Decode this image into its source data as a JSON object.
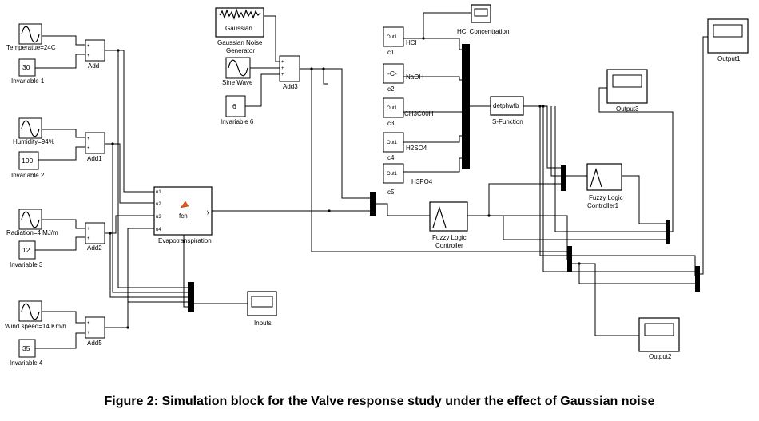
{
  "caption": "Figure 2: Simulation block for the Valve response study under the effect of Gaussian noise",
  "sources": {
    "temperature": "Temperatue=24C",
    "humidity": "Humidity=94%",
    "radiation": "Radiation=4 MJ/m",
    "wind_speed": "Wind speed=14 Km/h",
    "sine_wave": "Sine Wave"
  },
  "constants": {
    "inv1_value": "30",
    "inv1_label": "Invariable 1",
    "inv2_value": "100",
    "inv2_label": "Invariable 2",
    "inv3_value": "12",
    "inv3_label": "Invariable 3",
    "inv4_value": "35",
    "inv4_label": "Invariable 4",
    "inv6_value": "6",
    "inv6_label": "Invariable 6"
  },
  "adders": {
    "add": "Add",
    "add1": "Add1",
    "add2": "Add2",
    "add5": "Add5",
    "add3": "Add3"
  },
  "gaussian": {
    "block_text": "Gaussian",
    "label_line1": "Gaussian Noise",
    "label_line2": "Generator"
  },
  "evapo": {
    "ports": [
      "u1",
      "u2",
      "u3",
      "u4"
    ],
    "center": "fcn",
    "output_port": "y",
    "label": "Evapotranspiration"
  },
  "chem_constants": [
    {
      "text": "Out1",
      "label": "c1",
      "signal": "HCl"
    },
    {
      "text": "-C-",
      "label": "c2",
      "signal": "NaOH"
    },
    {
      "text": "Out1",
      "label": "c3",
      "signal": "CH3C00H"
    },
    {
      "text": "Out1",
      "label": "c4",
      "signal": "H2SO4"
    },
    {
      "text": "Out1",
      "label": "c5",
      "signal": "H3PO4"
    }
  ],
  "sfunction": {
    "text": "detphwfb",
    "label": "S-Function"
  },
  "fuzzy": {
    "label1": "Fuzzy Logic",
    "label2": "Controller"
  },
  "fuzzy1": {
    "label1": "Fuzzy Logic",
    "label2": "Controller1"
  },
  "scopes": {
    "hcl": "HCl Concentration",
    "inputs": "Inputs",
    "output1": "Output1",
    "output2": "Output2",
    "output3": "Output3"
  },
  "adder_signs": "+"
}
